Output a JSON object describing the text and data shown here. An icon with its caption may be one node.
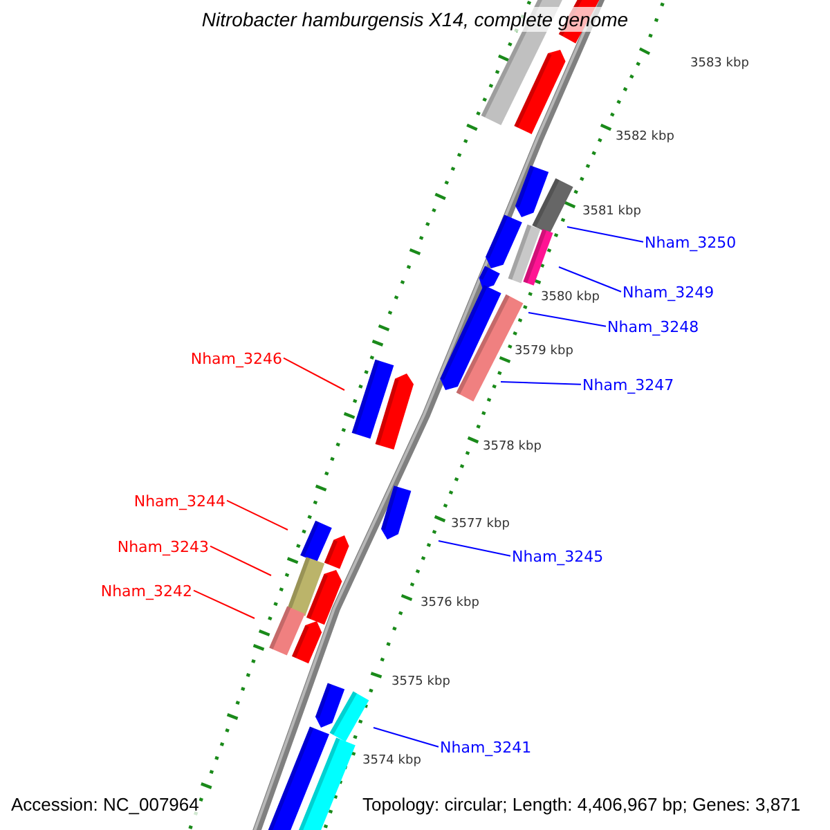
{
  "diagram": {
    "title": "Nitrobacter hamburgensis X14, complete genome",
    "nodes": [
      {
        "text": [
          "Nham_3250"
        ]
      },
      {
        "text": [
          "Nham_3249"
        ]
      },
      {
        "text": [
          "Nham_3248"
        ]
      },
      {
        "text": [
          "Nham_3246"
        ]
      },
      {
        "text": [
          "Nham_3247"
        ]
      },
      {
        "text": [
          "Nham_3244"
        ]
      },
      {
        "text": [
          "Nham_3243"
        ]
      },
      {
        "text": [
          "Nham_3245"
        ]
      },
      {
        "text": [
          "Nham_3242"
        ]
      },
      {
        "text": [
          "Nham_3241"
        ]
      }
    ],
    "edges": [
      {
        "from": 0,
        "to": null,
        "arrow": "none"
      },
      {
        "from": 1,
        "to": null,
        "arrow": "none"
      },
      {
        "from": 2,
        "to": null,
        "arrow": "none"
      },
      {
        "from": 3,
        "to": null,
        "arrow": "none",
        "color": "#ff0000"
      },
      {
        "from": 4,
        "to": null,
        "arrow": "none"
      },
      {
        "from": 5,
        "to": null,
        "arrow": "none",
        "color": "#ff0000"
      },
      {
        "from": 6,
        "to": null,
        "arrow": "none",
        "color": "#ff0000"
      },
      {
        "from": 7,
        "to": null,
        "arrow": "none"
      },
      {
        "from": 8,
        "to": null,
        "arrow": "none",
        "color": "#ff0000"
      },
      {
        "from": 9,
        "to": null,
        "arrow": "none"
      }
    ],
    "labels": [
      "3583 kbp",
      "3582 kbp",
      "3581 kbp",
      "3580 kbp",
      "3579 kbp",
      "3578 kbp",
      "3577 kbp",
      "3576 kbp",
      "3575 kbp",
      "3574 kbp",
      "Accession: NC_007964",
      "Topology: circular; Length: 4,406,967 bp; Genes: 3,871"
    ]
  }
}
